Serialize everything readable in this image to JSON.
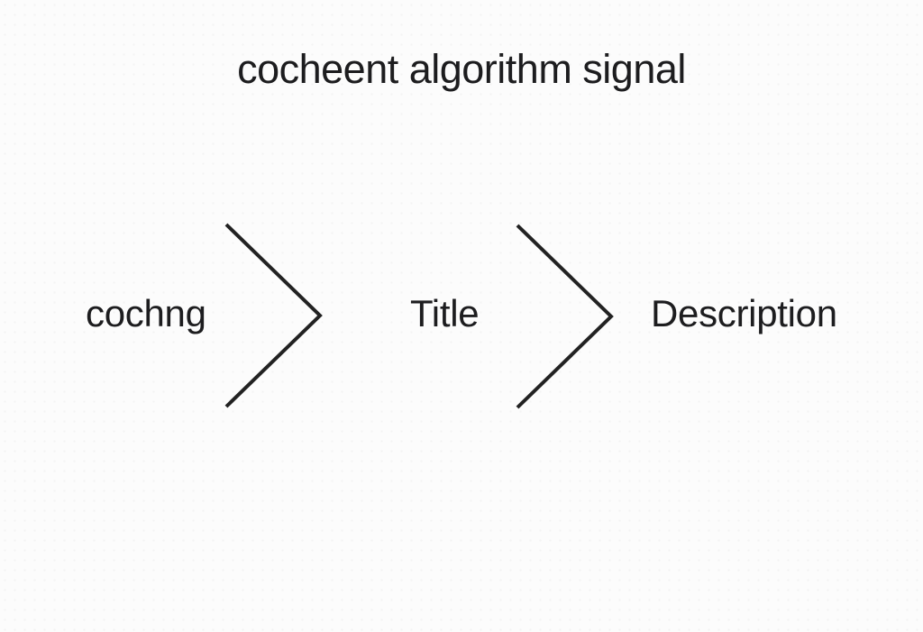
{
  "title": "cocheent algorithm signal",
  "flow": {
    "steps": [
      "cochng",
      "Title",
      "Description"
    ],
    "connector_icon": "chevron-right"
  },
  "colors": {
    "background": "#fcfcfc",
    "text": "#1d1d1f",
    "connector": "#222222"
  }
}
